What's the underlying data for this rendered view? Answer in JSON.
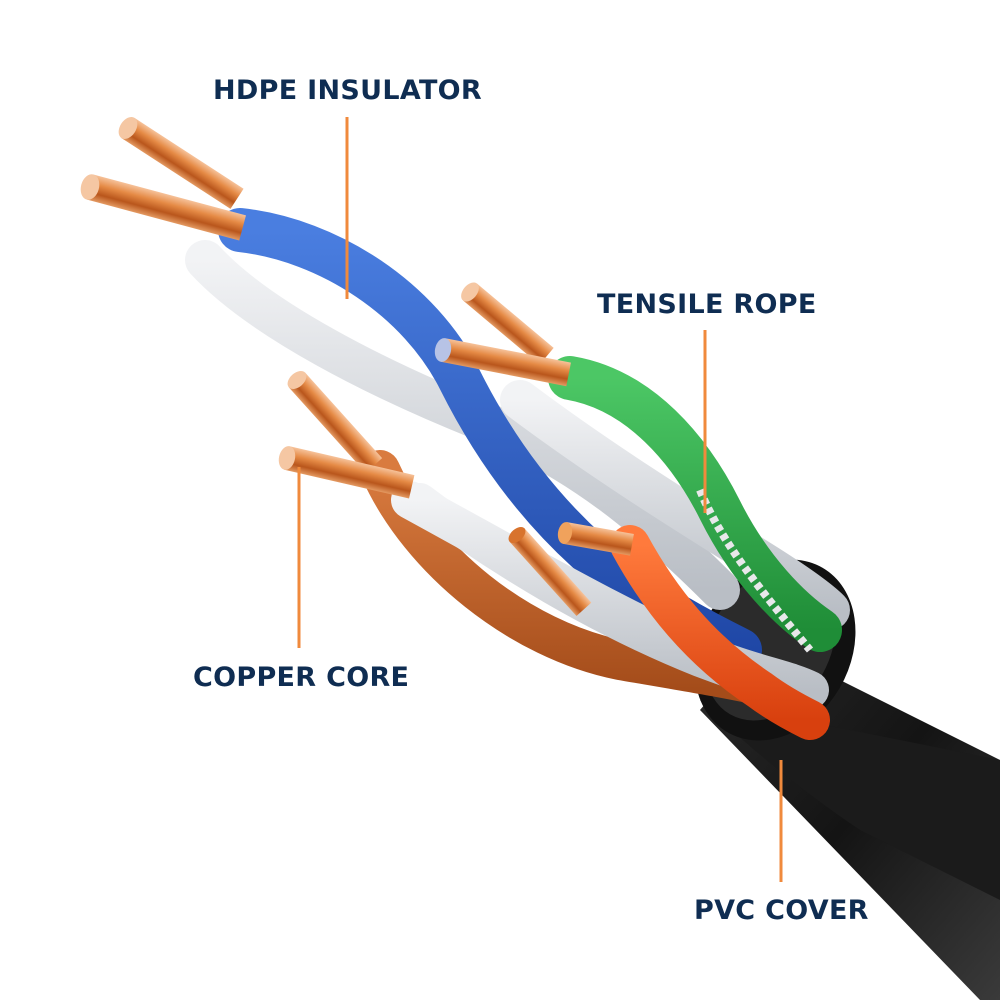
{
  "diagram": {
    "subject": "Twisted-pair network cable cross-section",
    "callouts": [
      {
        "id": "hdpe",
        "label": "HDPE INSULATOR"
      },
      {
        "id": "tensile",
        "label": "TENSILE ROPE"
      },
      {
        "id": "copper",
        "label": "COPPER CORE"
      },
      {
        "id": "pvc",
        "label": "PVC COVER"
      }
    ],
    "wire_pairs": [
      {
        "color": "blue",
        "solid": "#2f5fc4",
        "stripe": "#d9dde2"
      },
      {
        "color": "green",
        "solid": "#2fae4a",
        "stripe": "#d9dde2"
      },
      {
        "color": "orange",
        "solid": "#f05a1e",
        "stripe": "#d9dde2"
      },
      {
        "color": "brown",
        "solid": "#c4622a",
        "stripe": "#d9dde2"
      }
    ]
  },
  "colors": {
    "label_text": "#0f2d52",
    "leader_line": "#f08a3c",
    "copper": "#d9793a",
    "jacket": "#1c1c1c",
    "background": "#ffffff"
  }
}
